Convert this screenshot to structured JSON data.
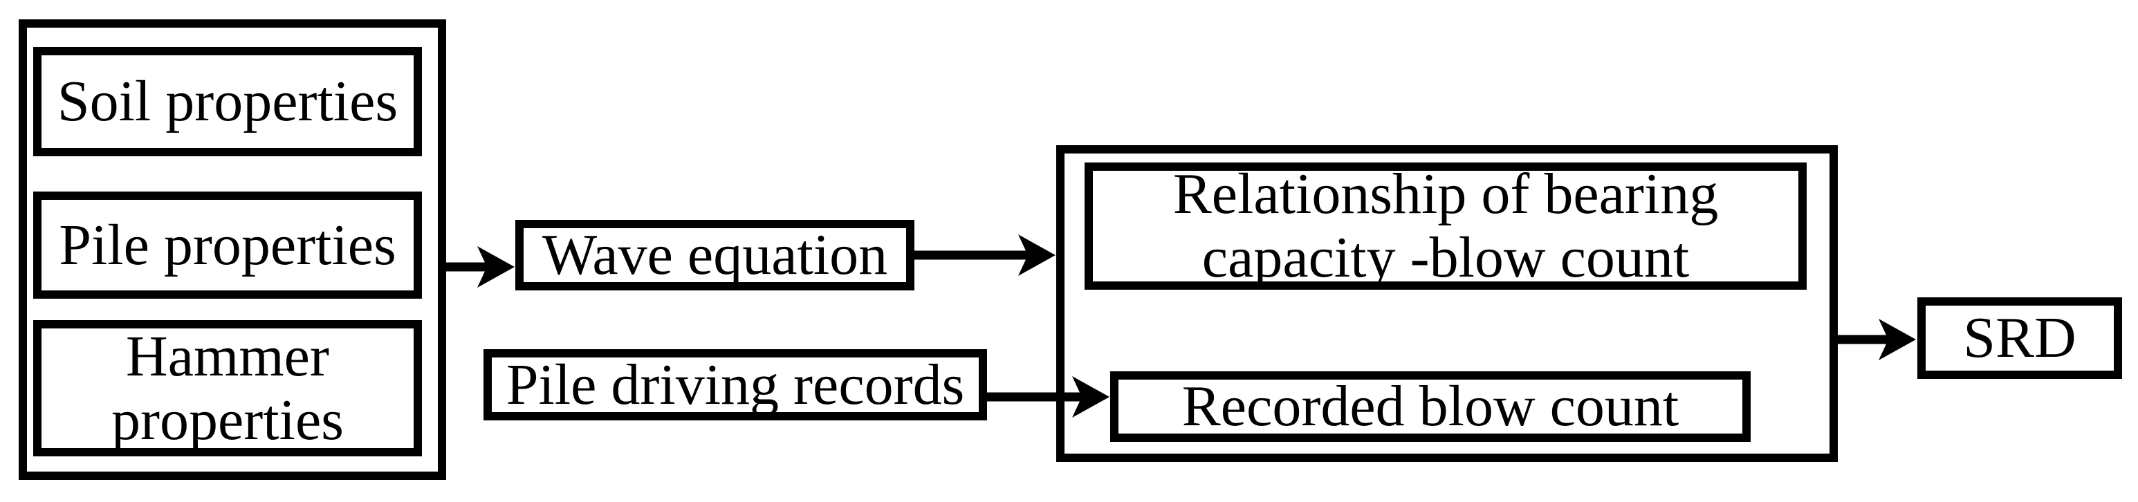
{
  "figure": {
    "type": "flowchart",
    "background_color": "#ffffff",
    "ink_color": "#000000"
  },
  "nodes": {
    "soil": {
      "label": "Soil properties"
    },
    "pile": {
      "label": "Pile properties"
    },
    "hammer": {
      "label": "Hammer properties"
    },
    "wave": {
      "label": "Wave equation"
    },
    "records": {
      "label": "Pile driving records"
    },
    "relationship": {
      "label": "Relationship of bearing capacity -blow count"
    },
    "recorded": {
      "label": "Recorded blow count"
    },
    "srd": {
      "label": "SRD"
    }
  },
  "arrows": [
    {
      "from": "input-group",
      "to": "wave"
    },
    {
      "from": "wave",
      "to": "analysis-group"
    },
    {
      "from": "records",
      "to": "recorded"
    },
    {
      "from": "analysis-group",
      "to": "srd"
    }
  ]
}
